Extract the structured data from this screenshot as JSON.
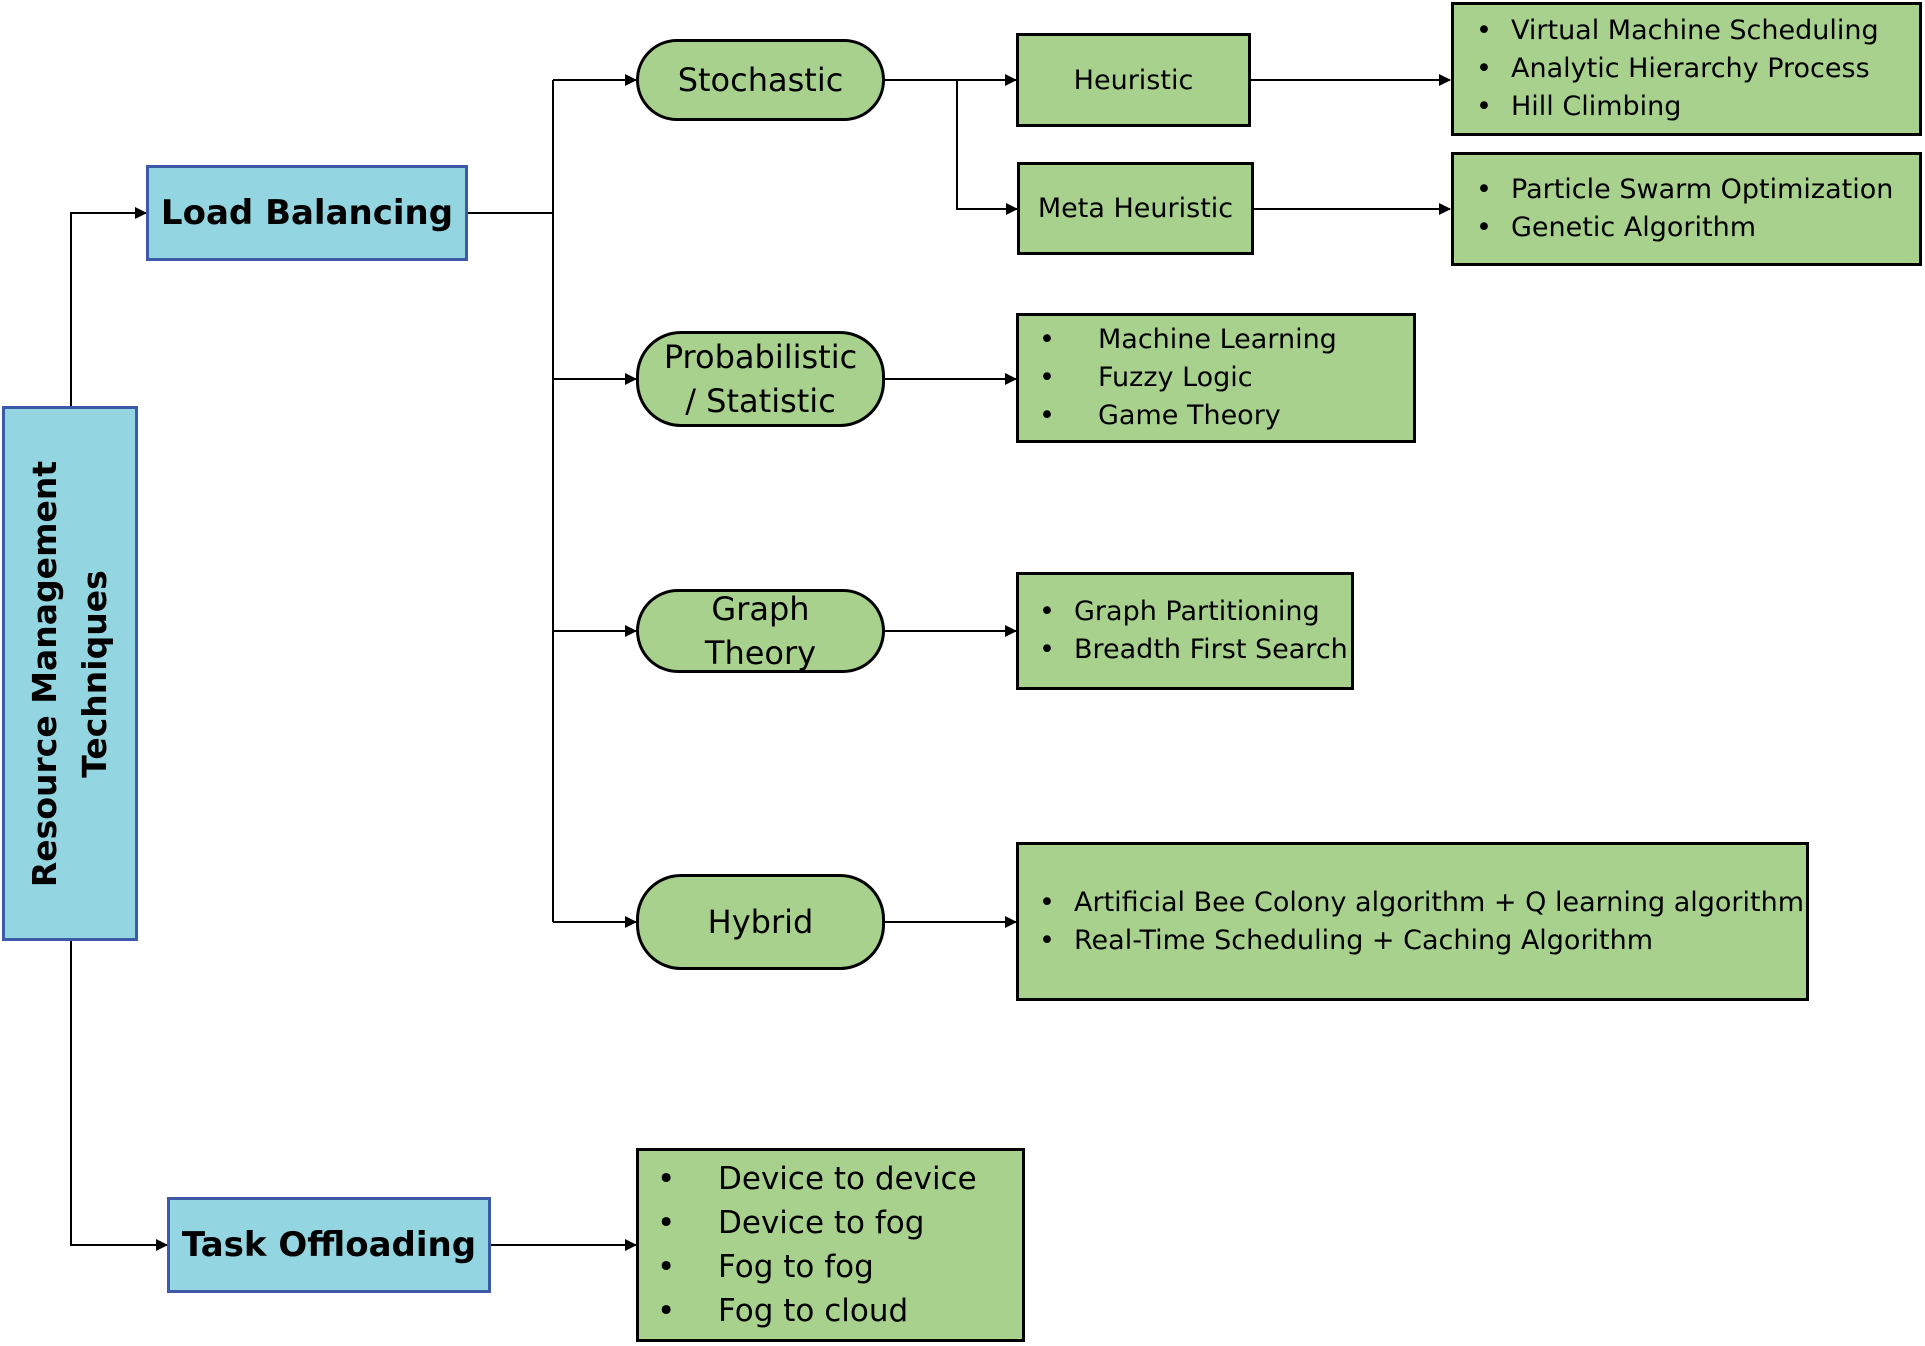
{
  "root": {
    "label": "Resource Management Techniques"
  },
  "load_balancing": {
    "label": "Load Balancing"
  },
  "task_offloading": {
    "label": "Task Offloading"
  },
  "categories": {
    "stochastic": "Stochastic",
    "probabilistic_line1": "Probabilistic",
    "probabilistic_line2": "/ Statistic",
    "graph_line1": "Graph",
    "graph_line2": "Theory",
    "hybrid": "Hybrid"
  },
  "stochastic_sub": {
    "heuristic": "Heuristic",
    "meta_heuristic": "Meta Heuristic"
  },
  "lists": {
    "heuristic": [
      "Virtual Machine Scheduling",
      "Analytic Hierarchy Process",
      "Hill Climbing"
    ],
    "meta_heuristic": [
      "Particle Swarm Optimization",
      "Genetic Algorithm"
    ],
    "probabilistic": [
      "Machine Learning",
      "Fuzzy Logic",
      "Game Theory"
    ],
    "graph": [
      "Graph Partitioning",
      "Breadth First Search"
    ],
    "hybrid": [
      "Artificial Bee Colony algorithm + Q learning algorithm",
      "Real-Time Scheduling + Caching Algorithm"
    ],
    "offloading": [
      "Device to device",
      "Device to fog",
      "Fog to fog",
      "Fog to cloud"
    ]
  },
  "bullet": "•",
  "colors": {
    "blue_fill": "#93d5e0",
    "blue_border": "#3c5aa8",
    "green_fill": "#a9d18e",
    "line": "#000000"
  }
}
